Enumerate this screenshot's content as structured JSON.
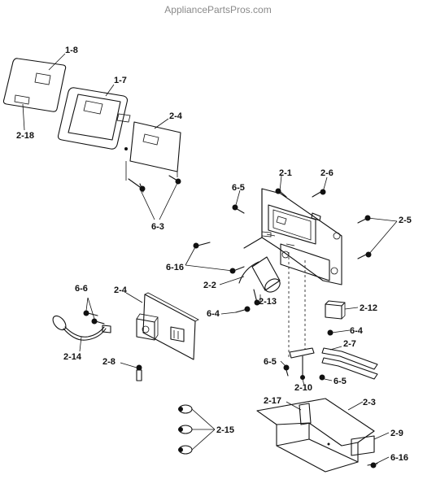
{
  "watermark": "AppliancePartsPros.com",
  "labels": {
    "p1_8": "1-8",
    "p1_7": "1-7",
    "p2_18": "2-18",
    "p2_4_top": "2-4",
    "p6_3": "6-3",
    "p2_1": "2-1",
    "p2_6": "2-6",
    "p6_5_top": "6-5",
    "p2_5": "2-5",
    "p6_16_mid": "6-16",
    "p2_2": "2-2",
    "p2_13": "2-13",
    "p6_4_mid": "6-4",
    "p2_12": "2-12",
    "p6_6": "6-6",
    "p2_4_mid": "2-4",
    "p6_4_right": "6-4",
    "p2_7": "2-7",
    "p2_14": "2-14",
    "p2_8": "2-8",
    "p6_5_bl": "6-5",
    "p2_10": "2-10",
    "p6_5_br": "6-5",
    "p2_17": "2-17",
    "p2_3": "2-3",
    "p2_15": "2-15",
    "p2_9": "2-9",
    "p6_16_bot": "6-16"
  }
}
